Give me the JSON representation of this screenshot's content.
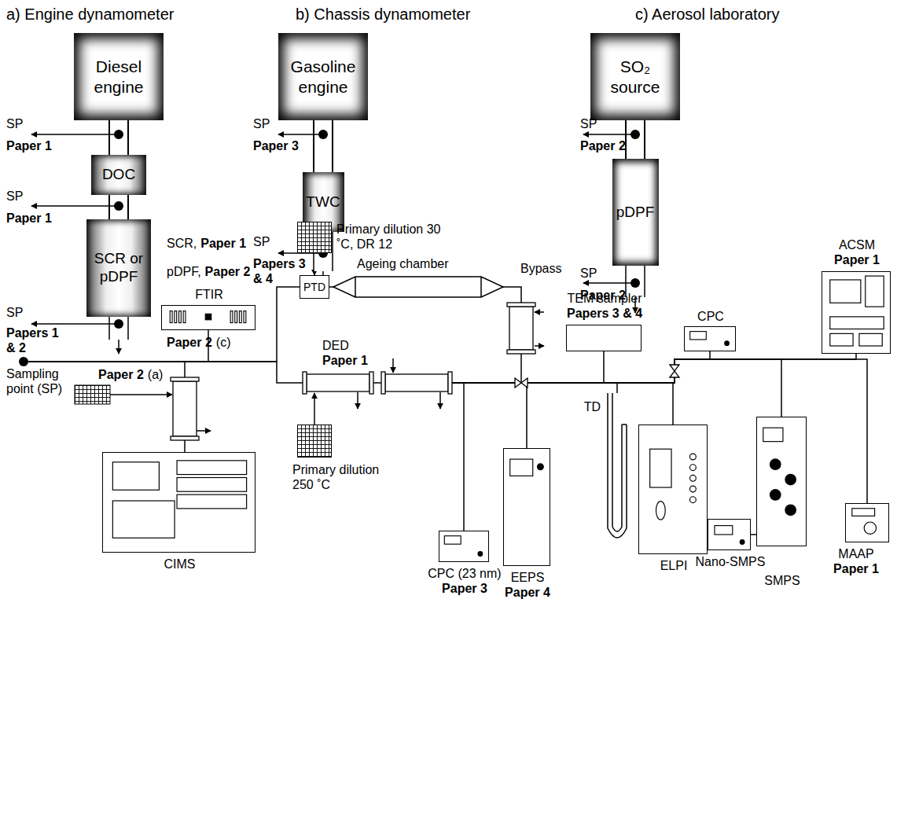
{
  "diagram": {
    "nodes": [
      {
        "text": [
          "Diesel engine"
        ]
      },
      {
        "text": [
          "DOC"
        ]
      },
      {
        "text": [
          "SCR or pDPF"
        ]
      },
      {
        "text": [
          "Gasoline engine"
        ]
      },
      {
        "text": [
          "TWC"
        ]
      },
      {
        "text": [
          "SO₂ source"
        ]
      },
      {
        "text": [
          "pDPF"
        ]
      },
      {
        "text": [
          "FTIR"
        ]
      },
      {
        "text": [
          "Sampling point (SP)"
        ]
      },
      {
        "text": [
          "CIMS"
        ]
      },
      {
        "text": [
          "Primary dilution 30 ˚C, DR 12"
        ]
      },
      {
        "text": [
          "PTD"
        ]
      },
      {
        "text": [
          "Ageing chamber"
        ]
      },
      {
        "text": [
          "DED",
          "Paper 1"
        ]
      },
      {
        "text": [
          "Primary dilution 250 ˚C"
        ]
      },
      {
        "text": [
          "CPC (23 nm)",
          "Paper 3"
        ]
      },
      {
        "text": [
          "EEPS",
          "Paper 4"
        ]
      },
      {
        "text": [
          "TEM sampler",
          "Papers 3 & 4"
        ]
      },
      {
        "text": [
          "CPC"
        ]
      },
      {
        "text": [
          "ACSM",
          "Paper 1"
        ]
      },
      {
        "text": [
          "TD"
        ]
      },
      {
        "text": [
          "ELPI"
        ]
      },
      {
        "text": [
          "Nano-SMPS"
        ]
      },
      {
        "text": [
          "SMPS"
        ]
      },
      {
        "text": [
          "MAAP",
          "Paper 1"
        ]
      }
    ],
    "edges": [
      {
        "from": 0,
        "to": 1,
        "arrow": "none"
      },
      {
        "from": 1,
        "to": 2,
        "arrow": "none"
      },
      {
        "from": 3,
        "to": 4,
        "arrow": "none"
      },
      {
        "from": 5,
        "to": 6,
        "arrow": "none"
      },
      {
        "from": 8,
        "to": 7,
        "arrow": "none"
      },
      {
        "from": 8,
        "to": 11,
        "arrow": "none"
      },
      {
        "from": 8,
        "to": 13,
        "arrow": "none"
      },
      {
        "from": 8,
        "to": 9,
        "arrow": "none"
      },
      {
        "from": 10,
        "to": 11,
        "arrow": "to"
      },
      {
        "from": 11,
        "to": 12,
        "arrow": "none"
      },
      {
        "from": 14,
        "to": 13,
        "arrow": "to"
      },
      {
        "from": 13,
        "to": 15,
        "arrow": "none"
      },
      {
        "from": 13,
        "to": 16,
        "arrow": "none"
      },
      {
        "from": 13,
        "to": 17,
        "arrow": "none"
      },
      {
        "from": 13,
        "to": 20,
        "arrow": "none"
      },
      {
        "from": 13,
        "to": 21,
        "arrow": "none"
      },
      {
        "from": 13,
        "to": 18,
        "arrow": "none"
      },
      {
        "from": 13,
        "to": 19,
        "arrow": "none"
      },
      {
        "from": 13,
        "to": 24,
        "arrow": "none"
      },
      {
        "from": 13,
        "to": 23,
        "arrow": "none"
      },
      {
        "from": 22,
        "to": 23,
        "arrow": "none"
      }
    ],
    "labels": [
      "a) Engine dynamometer",
      "b) Chassis dynamometer",
      "c) Aerosol laboratory",
      "SP",
      "Paper 1",
      "SP",
      "Paper 1",
      "SP",
      "Papers 1 & 2",
      "SCR,",
      "Paper 1",
      "pDPF,",
      "Paper 2",
      "SP",
      "Paper 3",
      "SP",
      "Papers 3 & 4",
      "SP",
      "Paper 2",
      "SP",
      "Paper 2",
      "Paper 2",
      "(c)",
      "Paper 2",
      "(a)",
      "Bypass"
    ]
  }
}
